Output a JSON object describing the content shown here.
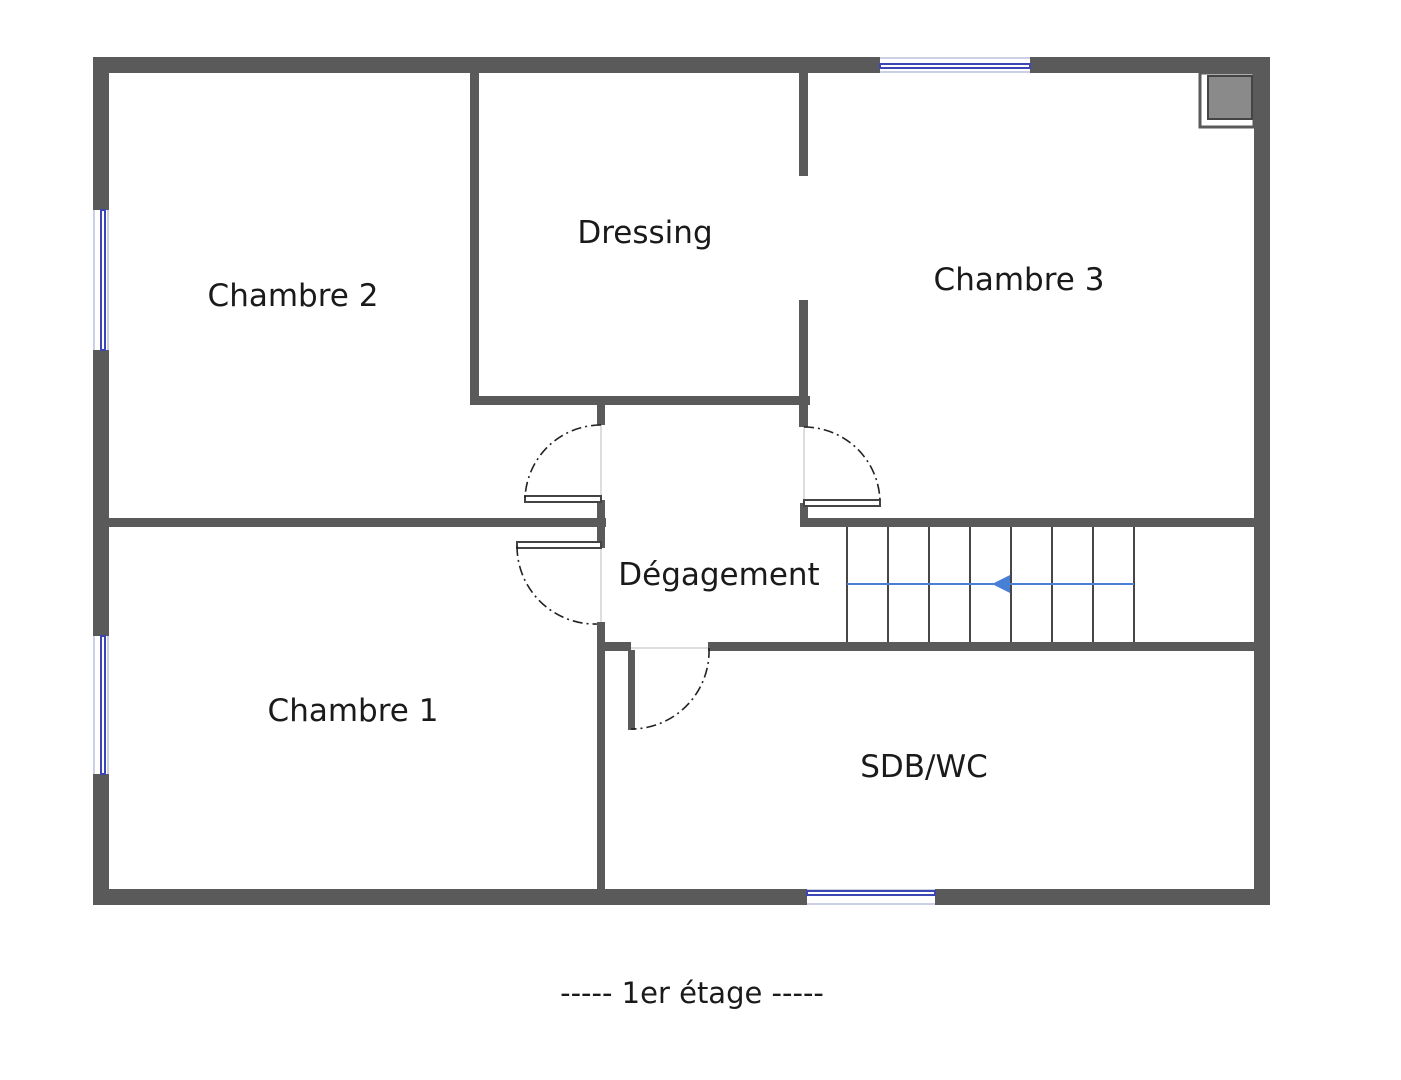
{
  "plan": {
    "rooms": {
      "chambre2": "Chambre 2",
      "dressing": "Dressing",
      "chambre3": "Chambre 3",
      "degagement": "Dégagement",
      "chambre1": "Chambre 1",
      "sdb": "SDB/WC"
    },
    "caption": "----- 1er étage -----"
  },
  "colors": {
    "wall": "#5a5a5a",
    "window": "#3c46b4",
    "stair_arrow": "#4a7fd6",
    "chimney": "#8a8a8a"
  }
}
